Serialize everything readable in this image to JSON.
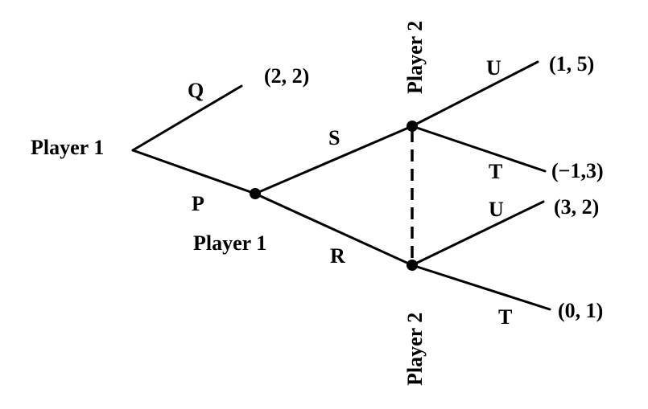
{
  "players": {
    "root": "Player 1",
    "second_mover": "Player 1",
    "info_set_top": "Player 2",
    "info_set_bottom": "Player 2"
  },
  "actions": {
    "q": "Q",
    "p": "P",
    "s": "S",
    "r": "R",
    "u_top": "U",
    "t_top": "T",
    "u_bottom": "U",
    "t_bottom": "T"
  },
  "payoffs": {
    "q": "(2, 2)",
    "su": "(1, 5)",
    "st": "(−1,3)",
    "ru": "(3, 2)",
    "rt": "(0, 1)"
  }
}
